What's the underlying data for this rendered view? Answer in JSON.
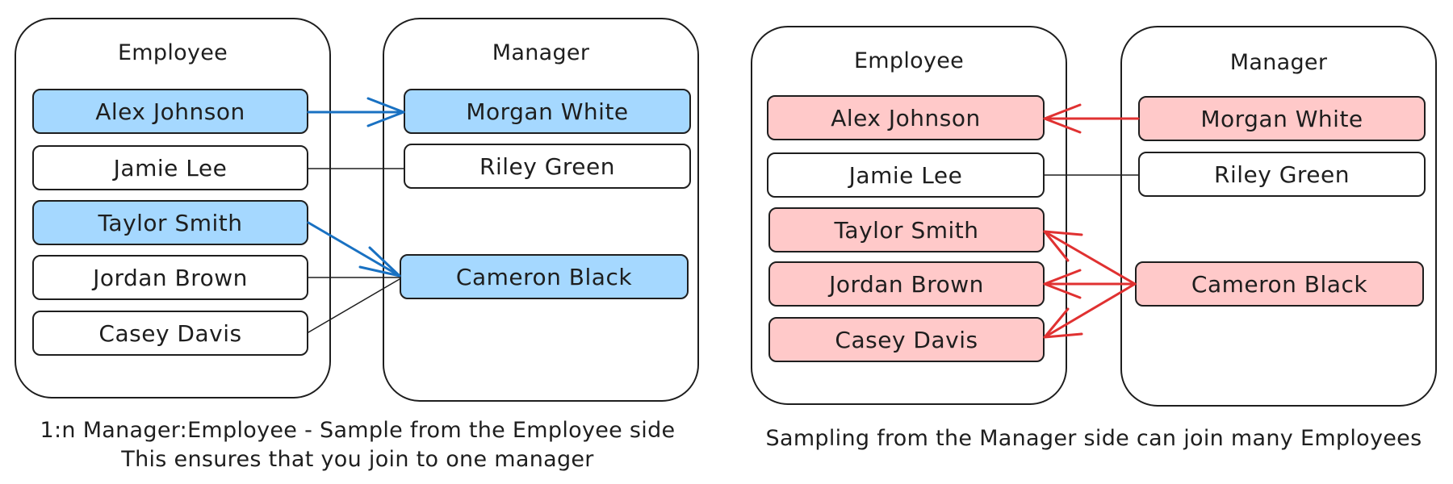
{
  "left": {
    "employee_heading": "Employee",
    "manager_heading": "Manager",
    "employees": [
      "Alex Johnson",
      "Jamie Lee",
      "Taylor Smith",
      "Jordan Brown",
      "Casey Davis"
    ],
    "managers": [
      "Morgan White",
      "Riley Green",
      "Cameron Black"
    ],
    "caption_line1": "1:n Manager:Employee - Sample from the Employee side",
    "caption_line2": "This ensures that you join to one manager"
  },
  "right": {
    "employee_heading": "Employee",
    "manager_heading": "Manager",
    "employees": [
      "Alex Johnson",
      "Jamie Lee",
      "Taylor Smith",
      "Jordan Brown",
      "Casey Davis"
    ],
    "managers": [
      "Morgan White",
      "Riley Green",
      "Cameron Black"
    ],
    "caption": "Sampling from the Manager side can join many Employees"
  },
  "colors": {
    "highlight_blue": "#a5d8ff",
    "arrow_blue": "#1971c2",
    "highlight_red": "#ffc9c9",
    "arrow_red": "#e03131",
    "outline": "#1e1e1e"
  }
}
